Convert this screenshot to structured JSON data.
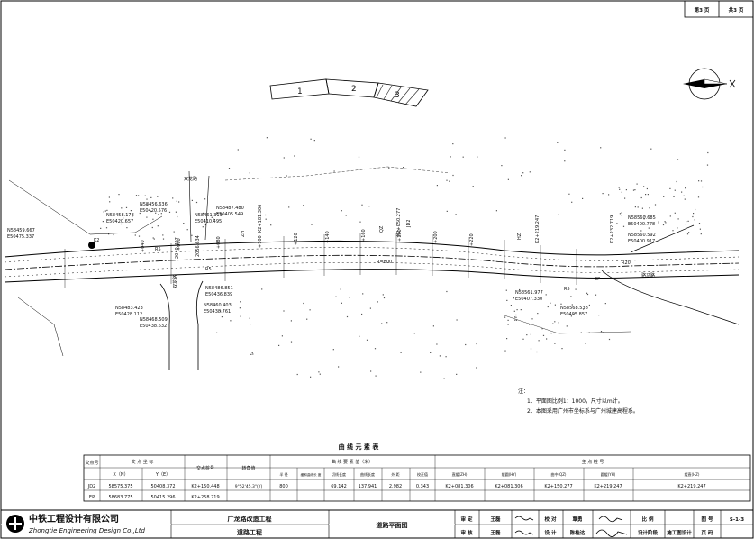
{
  "page": {
    "current": "第3 页",
    "total": "共3 页"
  },
  "key_plan": {
    "seg1": "1",
    "seg2": "2",
    "seg3": "3"
  },
  "stations": {
    "k2": "K2",
    "k2_pt": "K2+050.277",
    "k2_213": "K2+219.247",
    "k2_181": "K2+181.306",
    "k2_232": "K2+232.719",
    "sta_100": "+100",
    "sta_120": "+120",
    "sta_140": "+140",
    "sta_160": "+160",
    "sta_180": "+180",
    "sta_200": "+200",
    "sta_220": "+220",
    "sta_040": "+040",
    "sta_060": "+060",
    "sta_080": "+080",
    "sta_q": "2056.634",
    "sta_r": "2040.497",
    "jd": "JD2",
    "qz": "QZ",
    "zh": "ZH",
    "hz": "HZ"
  },
  "roads": {
    "top": "双龙路",
    "left": "双龙路",
    "right": "骆马路",
    "radius": "R=800",
    "r20": "R20",
    "r5a": "R5",
    "r5b": "R5",
    "r5c": "R5",
    "ep": "EP"
  },
  "coords": {
    "a1": "N58459.667",
    "a2": "E50475.337",
    "b1": "N58458.178",
    "b2": "E50420.657",
    "c1": "N58456.636",
    "c2": "E50420.576",
    "d1": "N58461.319",
    "d2": "E50410.495",
    "e1": "N58487.480",
    "e2": "E50405.549",
    "f1": "N58560.685",
    "f2": "E50400.778",
    "g1": "N58560.592",
    "g2": "E50400.917",
    "h1": "N58483.423",
    "h2": "E50428.112",
    "i1": "N58468.509",
    "i2": "E50438.632",
    "j1": "N58460.403",
    "j2": "E50438.761",
    "k1": "N58486.851",
    "k2": "E50436.839",
    "l1": "N58561.977",
    "l2": "E50407.330",
    "m1": "N58568.538",
    "m2": "E50405.857"
  },
  "notes": {
    "title": "注：",
    "line1": "1、平面图比例1：1000，尺寸以m计。",
    "line2": "2、本图采用广州市坐标系与广州城建高程系。"
  },
  "table": {
    "title": "曲 线 元 素 表",
    "h_num": "交点号",
    "h_coord": "交 点 坐 标",
    "h_x": "X（N）",
    "h_y": "Y（E）",
    "h_station": "交点桩号",
    "h_angle": "转角值",
    "h_elements": "曲 线 要 素 值（米）",
    "h_radius": "半 径",
    "h_spiral": "缓和曲线长 度",
    "h_tangent": "切线长度",
    "h_curve": "曲线长度",
    "h_external": "外 距",
    "h_correction": "校正值",
    "h_points": "主 点 桩 号",
    "h_zh": "直缓(ZH)",
    "h_hy": "缓圆(HY)",
    "h_qz": "曲中(QZ)",
    "h_yh": "圆缓(YH)",
    "h_hz": "缓直(HZ)",
    "rows": [
      {
        "num": "JD2",
        "x": "58575.375",
        "y": "50408.372",
        "station": "K2+150.448",
        "angle": "9°52'45.3\"(Y)",
        "radius": "800",
        "spiral": "",
        "tangent": "69.142",
        "curve": "137.941",
        "external": "2.982",
        "correction": "0.343",
        "zh": "K2+081.306",
        "hy": "K2+081.306",
        "qz": "K2+150.277",
        "yh": "K2+219.247",
        "hz": "K2+219.247"
      },
      {
        "num": "EP",
        "x": "58683.775",
        "y": "50415.296",
        "station": "K2+258.719",
        "angle": "",
        "radius": "",
        "spiral": "",
        "tangent": "",
        "curve": "",
        "external": "",
        "correction": "",
        "zh": "",
        "hy": "",
        "qz": "",
        "yh": "",
        "hz": ""
      }
    ]
  },
  "title_block": {
    "company_cn": "中铁工程设计有限公司",
    "company_en": "Zhongtie Engineering Design Co.,Ltd",
    "project": "广龙路改造工程",
    "subproject": "道路工程",
    "drawing": "道路平面图",
    "review_label": "审 定",
    "review_name": "王磊",
    "check_label": "校 对",
    "check_name": "覃勇",
    "scale_label": "比 例",
    "sheet_label": "图 号",
    "sheet_value": "S-1-3",
    "audit_label": "审 核",
    "audit_name": "王磊",
    "design_label": "设 计",
    "design_name": "陈桂达",
    "stage_label": "设计阶段",
    "stage_value": "施工图设计",
    "pages_label": "页 码"
  },
  "colors": {
    "line": "#000000",
    "hatch": "#333333"
  }
}
